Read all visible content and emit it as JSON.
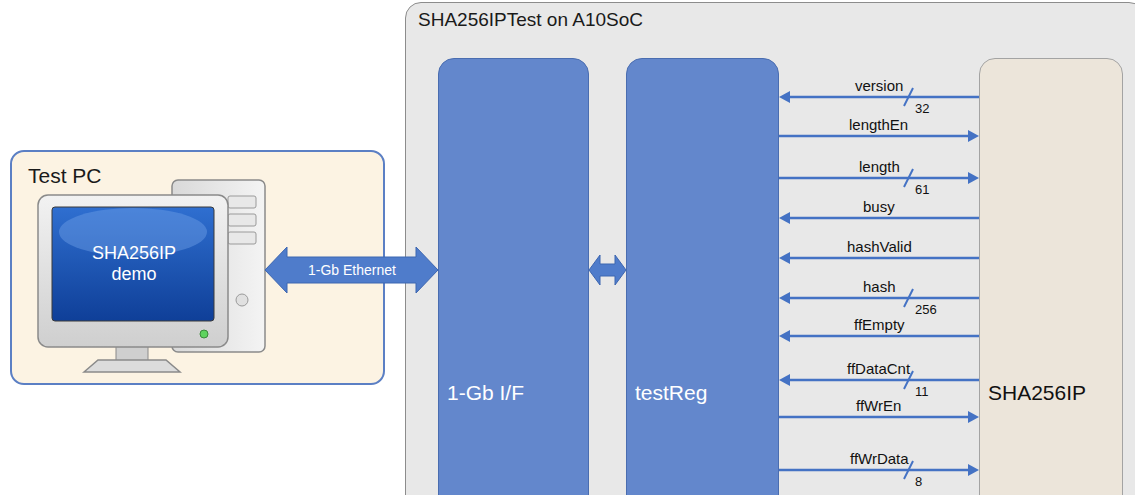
{
  "diagram": {
    "nodes": [
      {
        "text": [
          "Test PC"
        ]
      },
      {
        "text": [
          "SHA256IP demo"
        ],
        "in": 0
      },
      {
        "text": [
          "SHA256IPTest on A10SoC"
        ]
      },
      {
        "text": [
          "1-Gb I/F"
        ],
        "in": 2
      },
      {
        "text": [
          "testReg"
        ],
        "in": 2
      },
      {
        "text": [
          "SHA256IP"
        ],
        "in": 2
      }
    ],
    "edges": [
      {
        "from": 0,
        "to": 3,
        "arrow": "both",
        "label": "1-Gb Ethernet"
      },
      {
        "from": 3,
        "to": 4,
        "arrow": "both"
      },
      {
        "from": 5,
        "to": 4,
        "arrow": "to",
        "label": "version"
      },
      {
        "from": 4,
        "to": 5,
        "arrow": "to",
        "label": "lengthEn"
      },
      {
        "from": 4,
        "to": 5,
        "arrow": "to",
        "label": "length"
      },
      {
        "from": 5,
        "to": 4,
        "arrow": "to",
        "label": "busy"
      },
      {
        "from": 5,
        "to": 4,
        "arrow": "to",
        "label": "hashValid"
      },
      {
        "from": 5,
        "to": 4,
        "arrow": "to",
        "label": "hash"
      },
      {
        "from": 5,
        "to": 4,
        "arrow": "to",
        "label": "ffEmpty"
      },
      {
        "from": 5,
        "to": 4,
        "arrow": "to",
        "label": "ffDataCnt"
      },
      {
        "from": 4,
        "to": 5,
        "arrow": "to",
        "label": "ffWrEn"
      },
      {
        "from": 4,
        "to": 5,
        "arrow": "to",
        "label": "ffWrData"
      }
    ],
    "labels": [
      "32",
      "61",
      "256",
      "11",
      "8"
    ]
  }
}
